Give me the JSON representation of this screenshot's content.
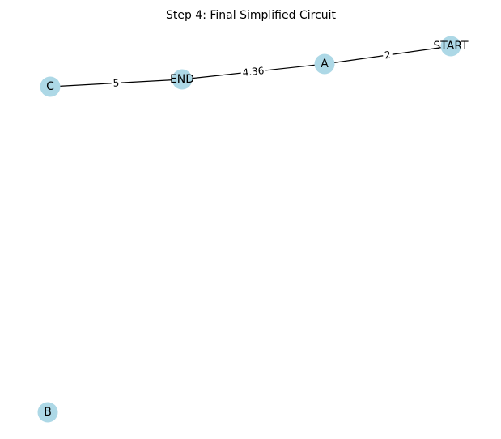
{
  "title": "Step 4: Final Simplified Circuit",
  "colors": {
    "node_fill": "#add8e6",
    "edge_stroke": "#000000",
    "label_bg": "#ffffff",
    "background": "#ffffff"
  },
  "nodes": [
    {
      "id": "START",
      "label": "START"
    },
    {
      "id": "A",
      "label": "A"
    },
    {
      "id": "END",
      "label": "END"
    },
    {
      "id": "C",
      "label": "C"
    },
    {
      "id": "B",
      "label": "B"
    }
  ],
  "edges": [
    {
      "from": "A",
      "to": "START",
      "label": "2"
    },
    {
      "from": "END",
      "to": "A",
      "label": "4.36"
    },
    {
      "from": "C",
      "to": "END",
      "label": "5"
    }
  ]
}
